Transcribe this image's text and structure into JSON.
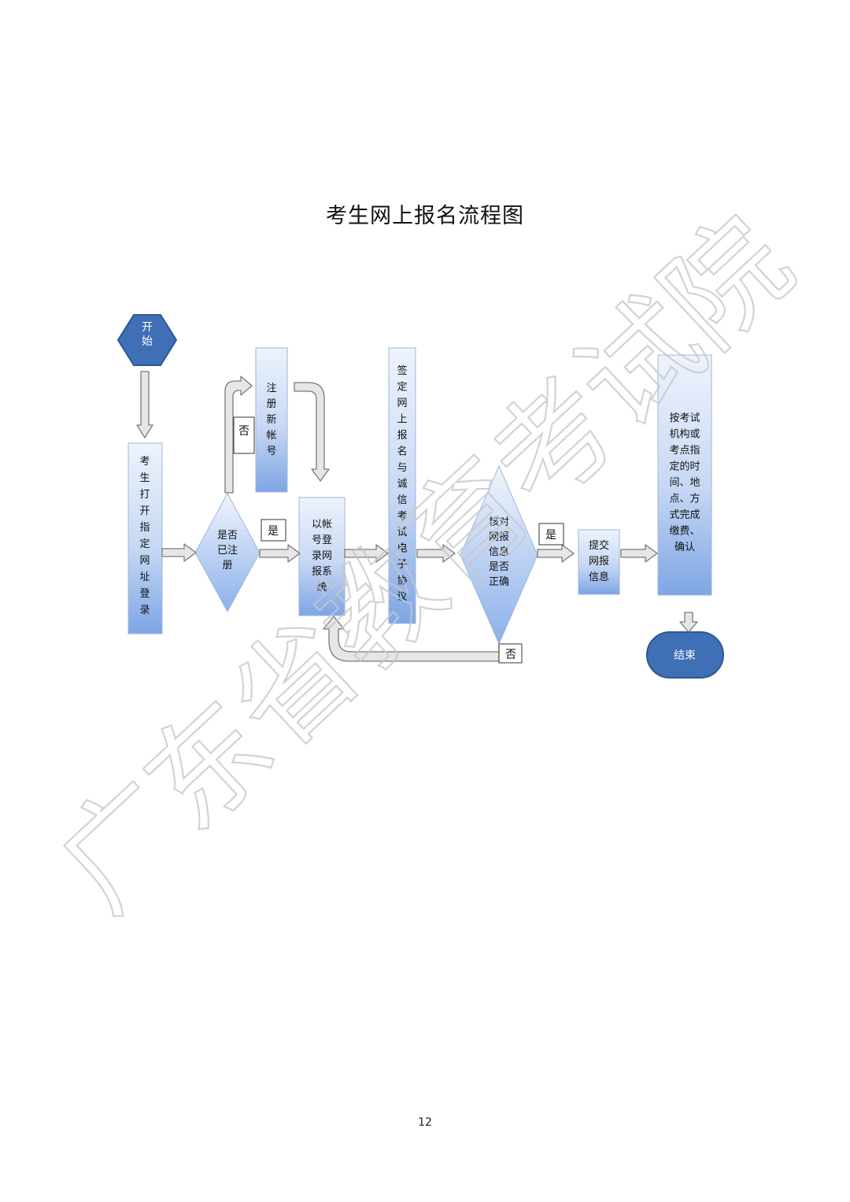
{
  "title": "考生网上报名流程图",
  "page_number": "12",
  "watermark": "广东省教育考试院",
  "nodes": {
    "start": "开始",
    "visit_site": "考生打开指定网址登录",
    "is_registered": "是否已注册",
    "register": "注册新帐号",
    "login": "以帐号登录网报系统",
    "sign_agreement": "签定网上报名与诚信考试电子协议",
    "verify_info": "核对网报信息是否正确",
    "submit": "提交网报信息",
    "pay_confirm": "按考试机构或考点指定的时间、地点、方式完成缴费、确认",
    "end": "结束"
  },
  "edge_labels": {
    "not_registered": "否",
    "registered": "是",
    "correct": "是",
    "incorrect": "否"
  },
  "colors": {
    "box_top": "#e9f0fb",
    "box_bottom": "#7fa6e6",
    "terminator": "#3f6fb5",
    "arrow_fill": "#e4e4e4",
    "arrow_stroke": "#7d7d7d",
    "watermark": "#cfcfcf"
  }
}
